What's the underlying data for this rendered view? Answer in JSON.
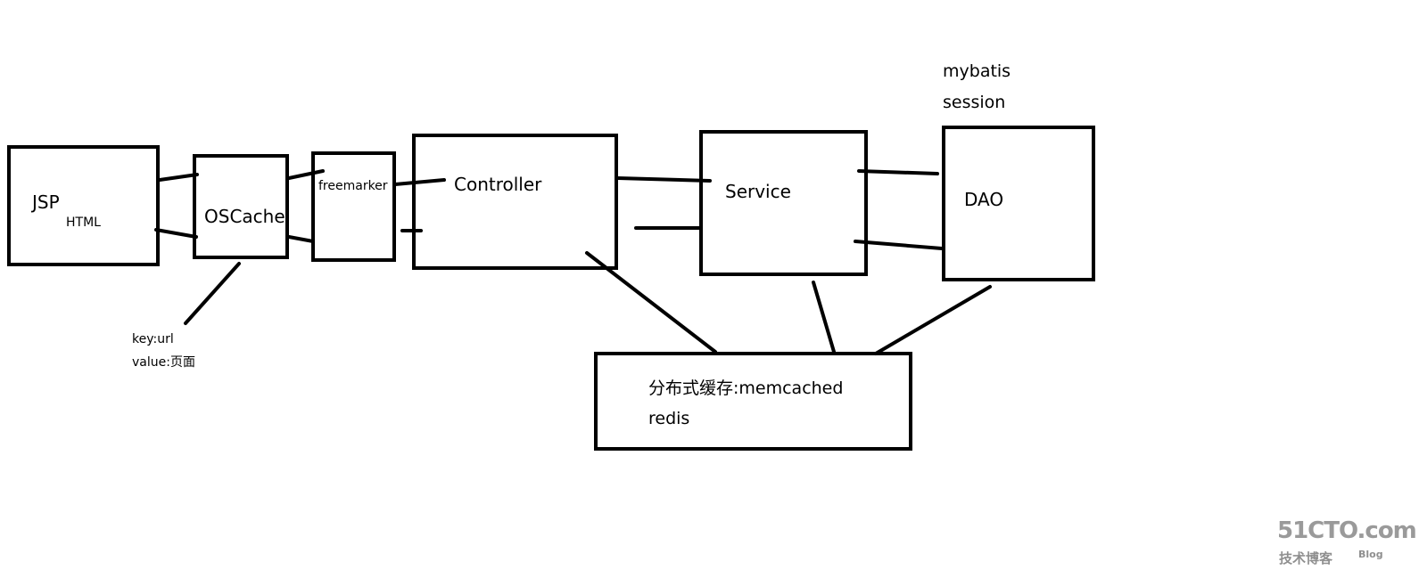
{
  "nodes": {
    "jsp": {
      "label": "JSP",
      "sublabel": "HTML"
    },
    "oscache": {
      "label": "OSCache"
    },
    "freemarker": {
      "label": "freemarker"
    },
    "controller": {
      "label": "Controller"
    },
    "service": {
      "label": "Service"
    },
    "dao": {
      "label": "DAO"
    },
    "distributed_cache": {
      "line1": "分布式缓存:memcached",
      "line2": "redis"
    }
  },
  "annotations": {
    "dao_note": {
      "line1": "mybatis",
      "line2": "session"
    },
    "oscache_note": {
      "line1": "key:url",
      "line2": "value:页面"
    }
  },
  "watermark": {
    "site": "51CTO.com",
    "subtitle": "技术博客",
    "blog": "Blog"
  }
}
